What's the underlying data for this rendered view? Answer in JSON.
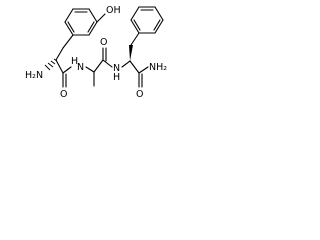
{
  "molecule": {
    "labels": {
      "hydroxyl": "OH",
      "amine_n_terminus": "H₂N",
      "amide_nh_1": "H",
      "amide_nh_1_n": "N",
      "amide_nh_2": "H",
      "amide_nh_2_n": "N",
      "carbonyl_o_1": "O",
      "carbonyl_o_2": "O",
      "carbonyl_o_3": "O",
      "terminal_amide": "NH₂"
    }
  }
}
